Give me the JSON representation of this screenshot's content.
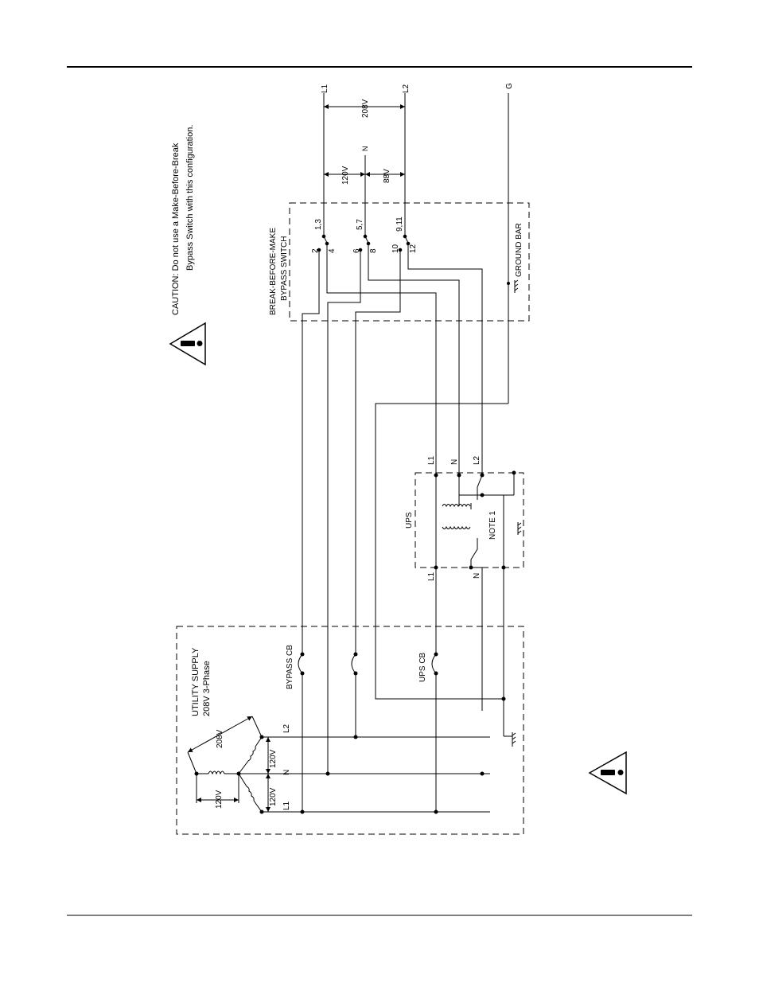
{
  "caution": {
    "line1": "CAUTION: Do not use a Make-Before-Break",
    "line2": "Bypass Switch with this configuration."
  },
  "switch": {
    "title_line1": "BREAK-BEFORE-MAKE",
    "title_line2": "BYPASS SWITCH",
    "terminals": [
      "1,3",
      "2",
      "4",
      "5,7",
      "6",
      "8",
      "9,11",
      "10",
      "12"
    ],
    "ground_bar": "GROUND BAR"
  },
  "source": {
    "L1": "L1",
    "L2": "L2",
    "N": "N",
    "G": "G",
    "v_208": "208V",
    "v_120": "120V",
    "v_88": "88V"
  },
  "ups": {
    "label": "UPS",
    "note": "NOTE 1",
    "out_L1": "L1",
    "out_N": "N",
    "out_L2": "L2",
    "in_L1": "L1",
    "in_N": "N"
  },
  "utility": {
    "line1": "UTILITY SUPPLY",
    "line2": "208V 3-Phase",
    "v_208": "208V",
    "v_120a": "120V",
    "v_120b": "120V",
    "v_120c": "120V",
    "bypass_cb": "BYPASS CB",
    "ups_cb": "UPS CB",
    "L1": "L1",
    "N": "N",
    "L2": "L2"
  }
}
